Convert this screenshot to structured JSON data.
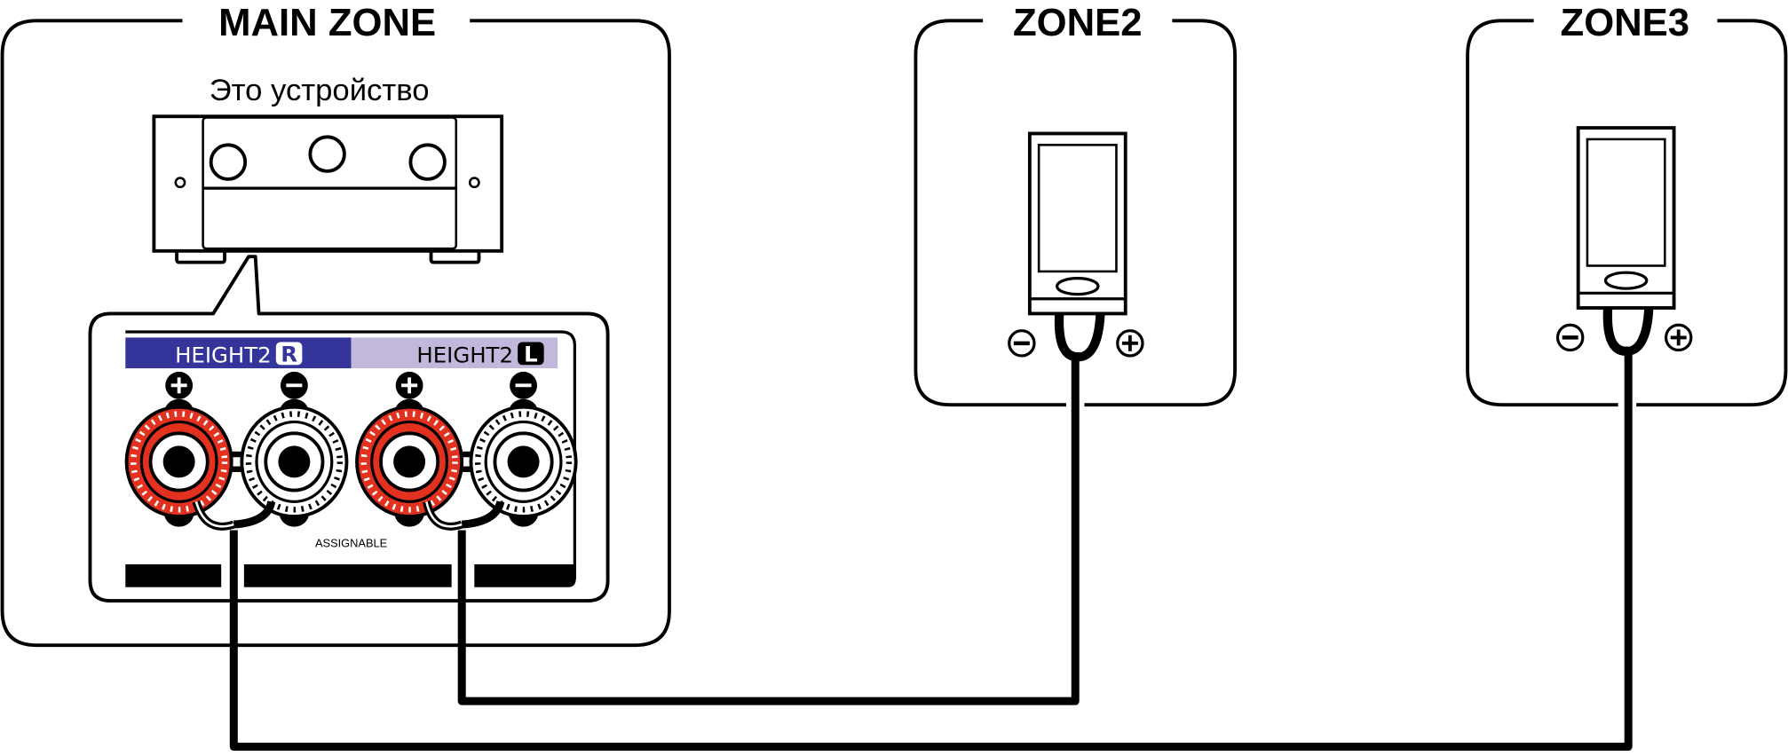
{
  "zones": {
    "main": {
      "title": "MAIN ZONE",
      "device_label": "Это устройство"
    },
    "zone2": {
      "title": "ZONE2"
    },
    "zone3": {
      "title": "ZONE3"
    }
  },
  "panel": {
    "right_label": "HEIGHT2",
    "right_badge": "R",
    "left_label": "HEIGHT2",
    "left_badge": "L",
    "assignable": "ASSIGNABLE",
    "plus": "+",
    "minus": "−"
  },
  "colors": {
    "right_channel": "#35349a",
    "left_channel": "#c2b8dc",
    "positive_terminal": "#e3311f",
    "negative_terminal": "#ffffff"
  }
}
